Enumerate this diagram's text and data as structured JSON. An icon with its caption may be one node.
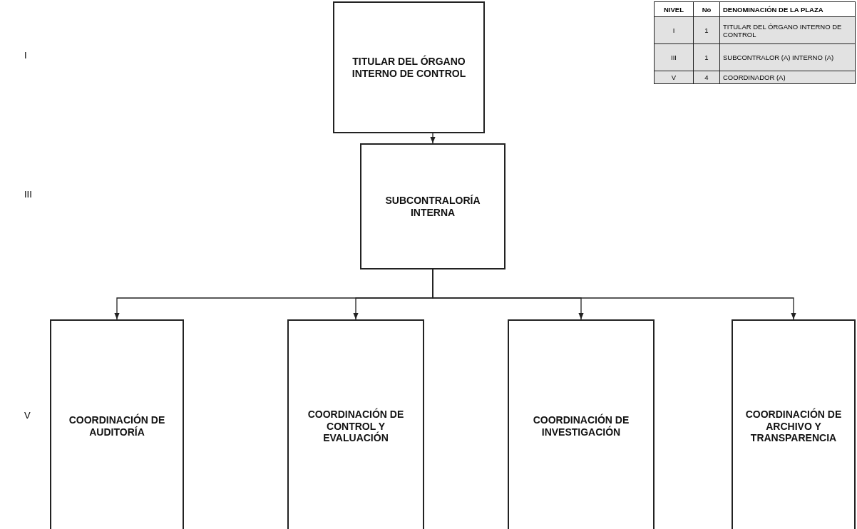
{
  "diagram": {
    "nodes": [
      {
        "text": [
          "TITULAR DEL ÓRGANO INTERNO DE CONTROL"
        ]
      },
      {
        "text": [
          "SUBCONTRALORÍA INTERNA"
        ]
      },
      {
        "text": [
          "COORDINACIÓN DE AUDITORÍA"
        ]
      },
      {
        "text": [
          "COORDINACIÓN DE CONTROL Y EVALUACIÓN"
        ]
      },
      {
        "text": [
          "COORDINACIÓN DE INVESTIGACIÓN"
        ]
      },
      {
        "text": [
          "COORDINACIÓN DE ARCHIVO Y TRANSPARENCIA"
        ]
      }
    ],
    "edges": [
      {
        "from": 0,
        "to": 1,
        "arrow": "to"
      },
      {
        "from": 1,
        "to": 2,
        "arrow": "to"
      },
      {
        "from": 1,
        "to": 3,
        "arrow": "to"
      },
      {
        "from": 1,
        "to": 4,
        "arrow": "to"
      },
      {
        "from": 1,
        "to": 5,
        "arrow": "to"
      }
    ],
    "labels": [
      "I",
      "III",
      "V",
      "NIVEL",
      "No",
      "DENOMINACIÓN DE LA PLAZA",
      "I",
      "1",
      "TITULAR DEL ÓRGANO INTERNO DE CONTROL",
      "III",
      "1",
      "SUBCONTRALOR (A) INTERNO (A)",
      "V",
      "4",
      "COORDINADOR (A)"
    ]
  }
}
